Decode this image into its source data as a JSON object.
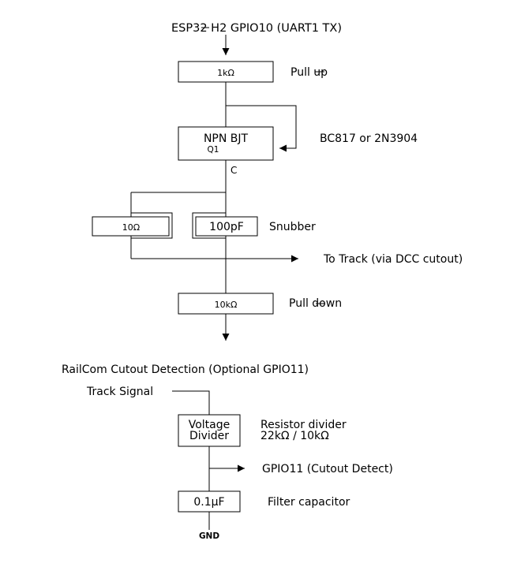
{
  "top": {
    "source_label": "ESP32 H2 GPIO10 (UART1 TX)"
  },
  "pullup": {
    "value": "1kΩ",
    "label": "Pull up"
  },
  "transistor": {
    "name": "NPN BJT",
    "ref": "Q1",
    "part_label": "BC817 or 2N3904",
    "collector_label": "C"
  },
  "snubber": {
    "resistor": "10Ω",
    "capacitor": "100pF",
    "label": "Snubber"
  },
  "track_output": {
    "label": "To Track (via DCC cutout)"
  },
  "pulldown": {
    "value": "10kΩ",
    "label": "Pull down"
  },
  "railcom": {
    "title": "RailCom Cutout Detection (Optional GPIO11)",
    "track_signal": "Track Signal",
    "divider_line1": "Voltage",
    "divider_line2": "Divider",
    "divider_note1": "Resistor divider",
    "divider_note2": "22kΩ / 10kΩ",
    "gpio_label": "GPIO11 (Cutout Detect)",
    "capacitor": "0.1µF",
    "capacitor_label": "Filter capacitor",
    "gnd": "GND"
  }
}
